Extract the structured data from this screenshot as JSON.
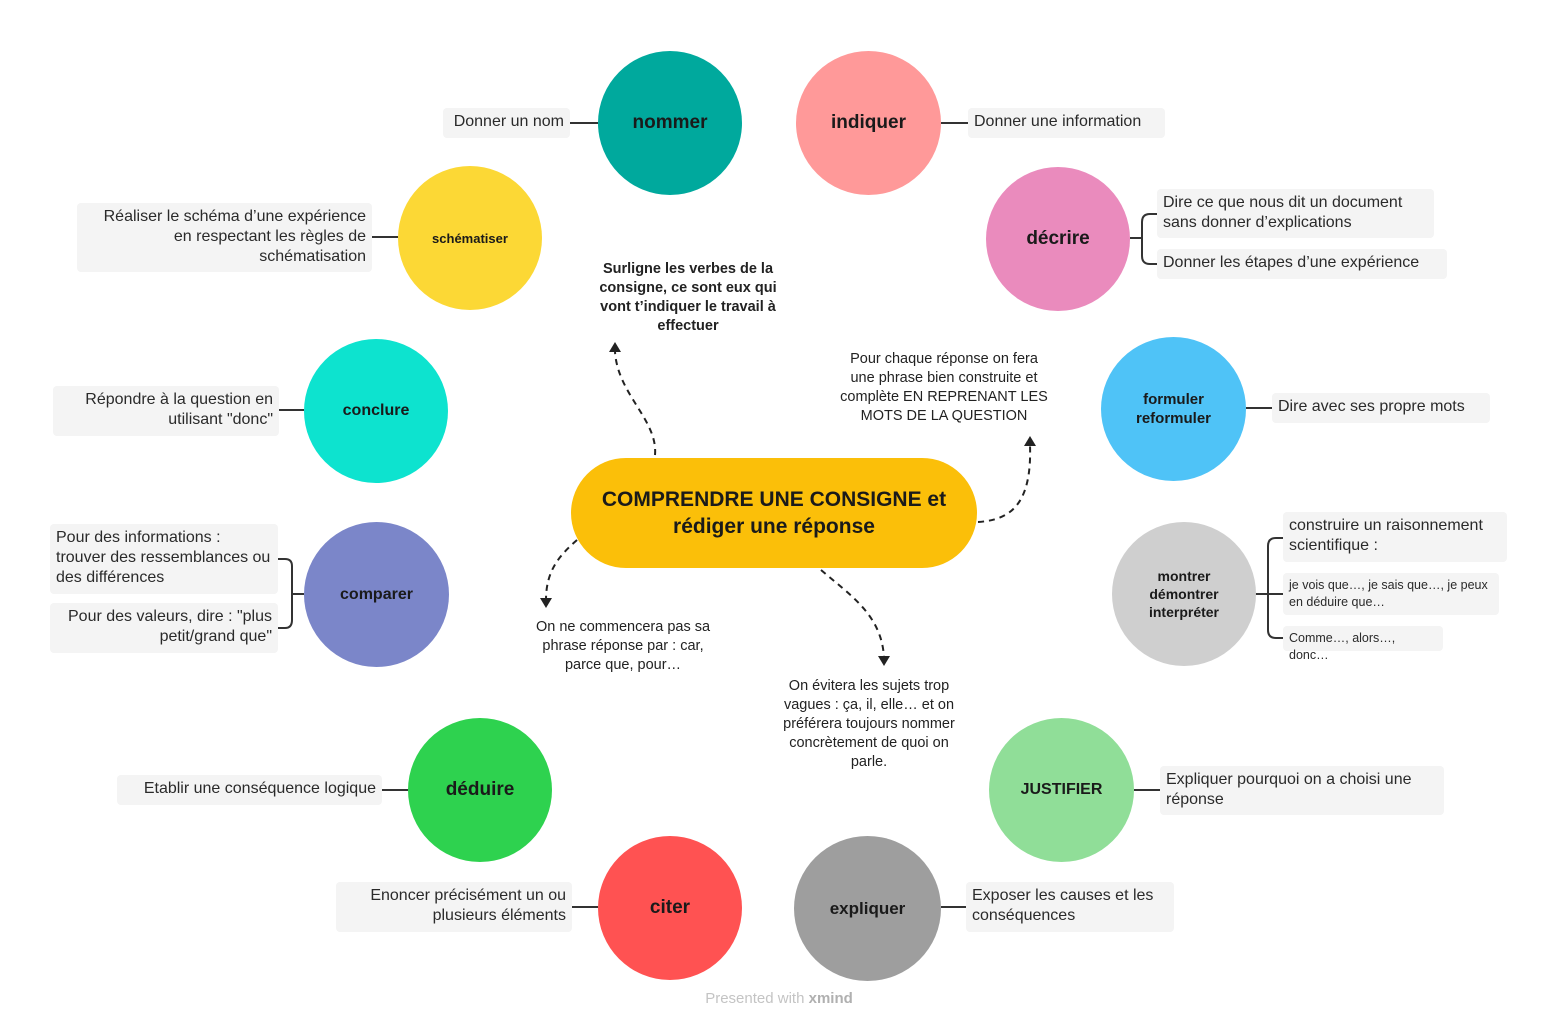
{
  "center": {
    "title": "COMPRENDRE UNE CONSIGNE et rédiger une réponse",
    "color": "#fbbf09"
  },
  "notes": {
    "top": "Surligne les verbes de la consigne, ce sont eux qui vont t’indiquer le travail à effectuer",
    "right": "Pour chaque réponse on fera une phrase bien construite et complète EN REPRENANT LES MOTS DE LA QUESTION",
    "left": "On ne commencera pas sa phrase réponse par : car, parce que, pour…",
    "bottom": "On évitera les sujets trop vagues : ça, il, elle… et on préférera toujours nommer concrètement de quoi on parle."
  },
  "verbs": {
    "nommer": {
      "label": "nommer",
      "color": "#00a99d",
      "defs": [
        "Donner un nom"
      ]
    },
    "indiquer": {
      "label": "indiquer",
      "color": "#ff9999",
      "defs": [
        "Donner une information"
      ]
    },
    "schematiser": {
      "label": "schématiser",
      "color": "#fcd835",
      "defs": [
        "Réaliser le schéma d’une expérience en respectant les règles de schématisation"
      ]
    },
    "decrire": {
      "label": "décrire",
      "color": "#ea8bbd",
      "defs": [
        "Dire ce que nous dit un document sans donner d’explications",
        "Donner les étapes d’une expérience"
      ]
    },
    "conclure": {
      "label": "conclure",
      "color": "#0de3cf",
      "defs": [
        "Répondre à la question en utilisant \"donc\""
      ]
    },
    "formuler": {
      "label": "formuler reformuler",
      "color": "#4fc3f7",
      "defs": [
        "Dire avec ses propre mots"
      ]
    },
    "comparer": {
      "label": "comparer",
      "color": "#7b86c9",
      "defs": [
        "Pour des informations : trouver des ressemblances ou des différences",
        "Pour des valeurs, dire : \"plus petit/grand que\""
      ]
    },
    "montrer": {
      "label": "montrer démontrer interpréter",
      "color": "#cfcfcf",
      "defs": [
        "construire un raisonnement scientifique :",
        "je vois que…, je sais que…, je peux en déduire que…",
        "Comme…, alors…, donc…"
      ]
    },
    "deduire": {
      "label": "déduire",
      "color": "#2ed24f",
      "defs": [
        "Etablir une conséquence logique"
      ]
    },
    "justifier": {
      "label": "JUSTIFIER",
      "color": "#90de98",
      "defs": [
        "Expliquer pourquoi on a choisi une réponse"
      ]
    },
    "citer": {
      "label": "citer",
      "color": "#ff5252",
      "defs": [
        "Enoncer précisément un ou plusieurs éléments"
      ]
    },
    "expliquer": {
      "label": "expliquer",
      "color": "#9e9e9e",
      "defs": [
        "Exposer les causes et les conséquences"
      ]
    }
  },
  "footer": {
    "prefix": "Presented with",
    "brand": "xmind"
  }
}
